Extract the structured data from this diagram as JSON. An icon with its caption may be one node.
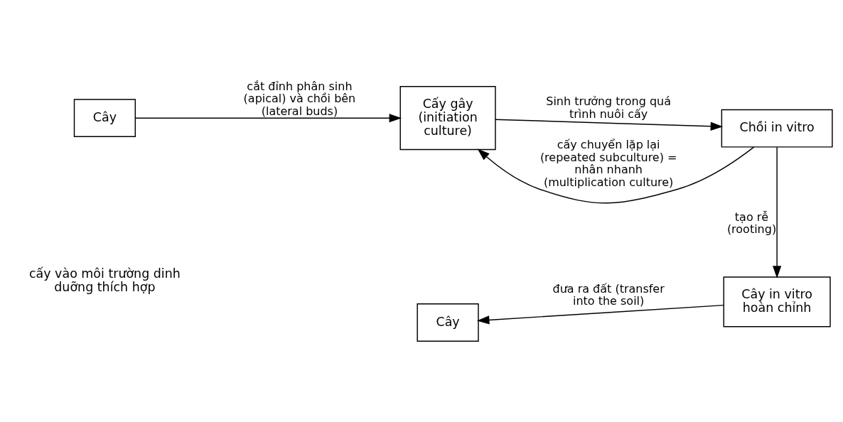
{
  "diagram": {
    "nodes": [
      {
        "text": [
          "Cây"
        ]
      },
      {
        "text": [
          "Cấy gây (initiation culture)"
        ]
      },
      {
        "text": [
          "Chồi in vitro"
        ]
      },
      {
        "text": [
          "Cây in vitro hoàn chỉnh"
        ]
      },
      {
        "text": [
          "Cây"
        ]
      }
    ],
    "edges": [
      {
        "from": 0,
        "to": 1,
        "arrow": "to",
        "label": "cắt đỉnh phân sinh (apical) và chồi bên (lateral buds)"
      },
      {
        "from": 1,
        "to": 2,
        "arrow": "to",
        "label": "Sinh trưởng trong quá trình nuôi cấy"
      },
      {
        "from": 2,
        "to": 1,
        "arrow": "to",
        "label": "cấy chuyển lặp lại (repeated subculture) = nhân nhanh (multiplication culture)"
      },
      {
        "from": 2,
        "to": 3,
        "arrow": "to",
        "label": "tạo rễ (rooting)"
      },
      {
        "from": 3,
        "to": 4,
        "arrow": "to",
        "label": "đưa ra đất (transfer into the soil)"
      }
    ],
    "labels": [
      "cấy vào môi trường dinh duỡng thích hợp"
    ]
  }
}
